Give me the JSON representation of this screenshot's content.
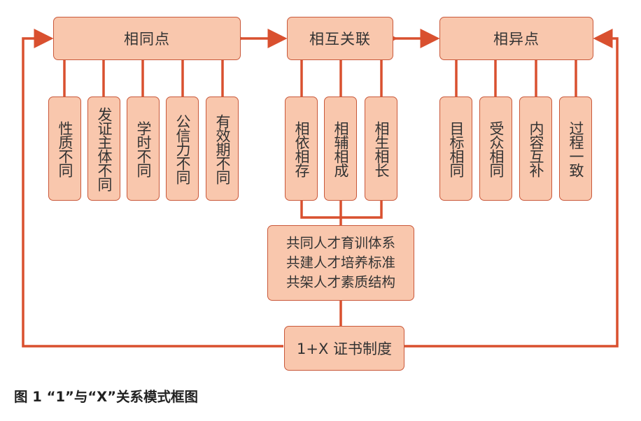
{
  "colors": {
    "line": "#d9502f",
    "box_fill": "#f9c7ad",
    "box_border": "#c9583a",
    "text": "#333333"
  },
  "top": {
    "left": "相同点",
    "middle": "相互关联",
    "right": "相异点"
  },
  "same_points": [
    "性质不同",
    "发证主体不同",
    "学时不同",
    "公信力不同",
    "有效期不同"
  ],
  "correlation_items": [
    "相依相存",
    "相辅相成",
    "相生相长"
  ],
  "difference_items": [
    "目标相同",
    "受众相同",
    "内容互补",
    "过程一致"
  ],
  "center_lines": [
    "共同人才育训体系",
    "共建人才培养标准",
    "共架人才素质结构"
  ],
  "bottom": "1+X 证书制度",
  "caption": "图 1 “1”与“X”关系模式框图"
}
